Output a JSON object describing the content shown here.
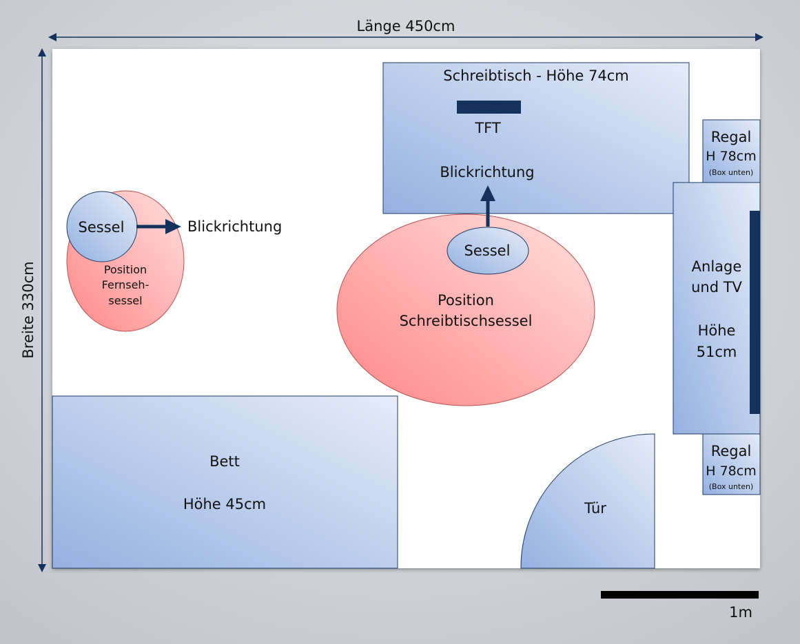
{
  "dimensions": {
    "length_label": "Länge 450cm",
    "width_label": "Breite 330cm"
  },
  "scale": {
    "label": "1m"
  },
  "furniture": {
    "desk": {
      "title": "Schreibtisch - Höhe 74cm",
      "monitor_label": "TFT",
      "gaze_label": "Blickrichtung"
    },
    "shelf_top": {
      "title": "Regal",
      "height": "H 78cm",
      "note": "(Box unten)"
    },
    "shelf_bottom": {
      "title": "Regal",
      "height": "H 78cm",
      "note": "(Box unten)"
    },
    "av_unit": {
      "line1": "Anlage",
      "line2": "und TV",
      "line3": "Höhe",
      "line4": "51cm"
    },
    "bed": {
      "title": "Bett",
      "height": "Höhe 45cm"
    },
    "door": {
      "label": "Tür"
    },
    "armchair": {
      "label": "Sessel",
      "gaze_label": "Blickrichtung",
      "zone_line1": "Position",
      "zone_line2": "Fernseh-",
      "zone_line3": "sessel"
    },
    "desk_chair": {
      "label": "Sessel",
      "zone_line1": "Position",
      "zone_line2": "Schreibtischsessel"
    }
  },
  "colors": {
    "background": "#c3c6ca",
    "room": "#ffffff",
    "furniture_light": "#e3e9f6",
    "furniture_dark": "#94b1e0",
    "zone_light": "#ffd6d6",
    "zone_dark": "#ff8a8a",
    "accent": "#15325c"
  }
}
